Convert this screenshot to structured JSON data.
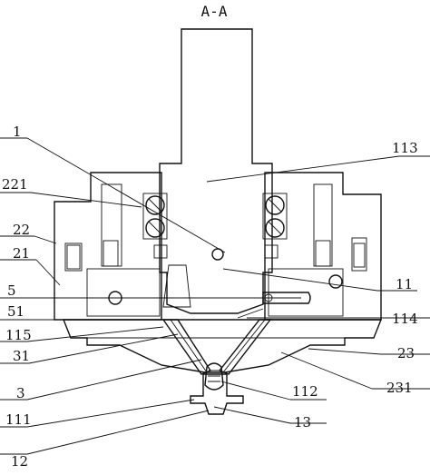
{
  "title": "A-A",
  "labels": {
    "l1": "1",
    "l113": "113",
    "l221": "221",
    "l22": "22",
    "l21": "21",
    "l11": "11",
    "l5": "5",
    "l51": "51",
    "l114": "114",
    "l115": "115",
    "l23": "23",
    "l31": "31",
    "l231": "231",
    "l3": "3",
    "l112": "112",
    "l111": "111",
    "l13": "13",
    "l12": "12"
  }
}
